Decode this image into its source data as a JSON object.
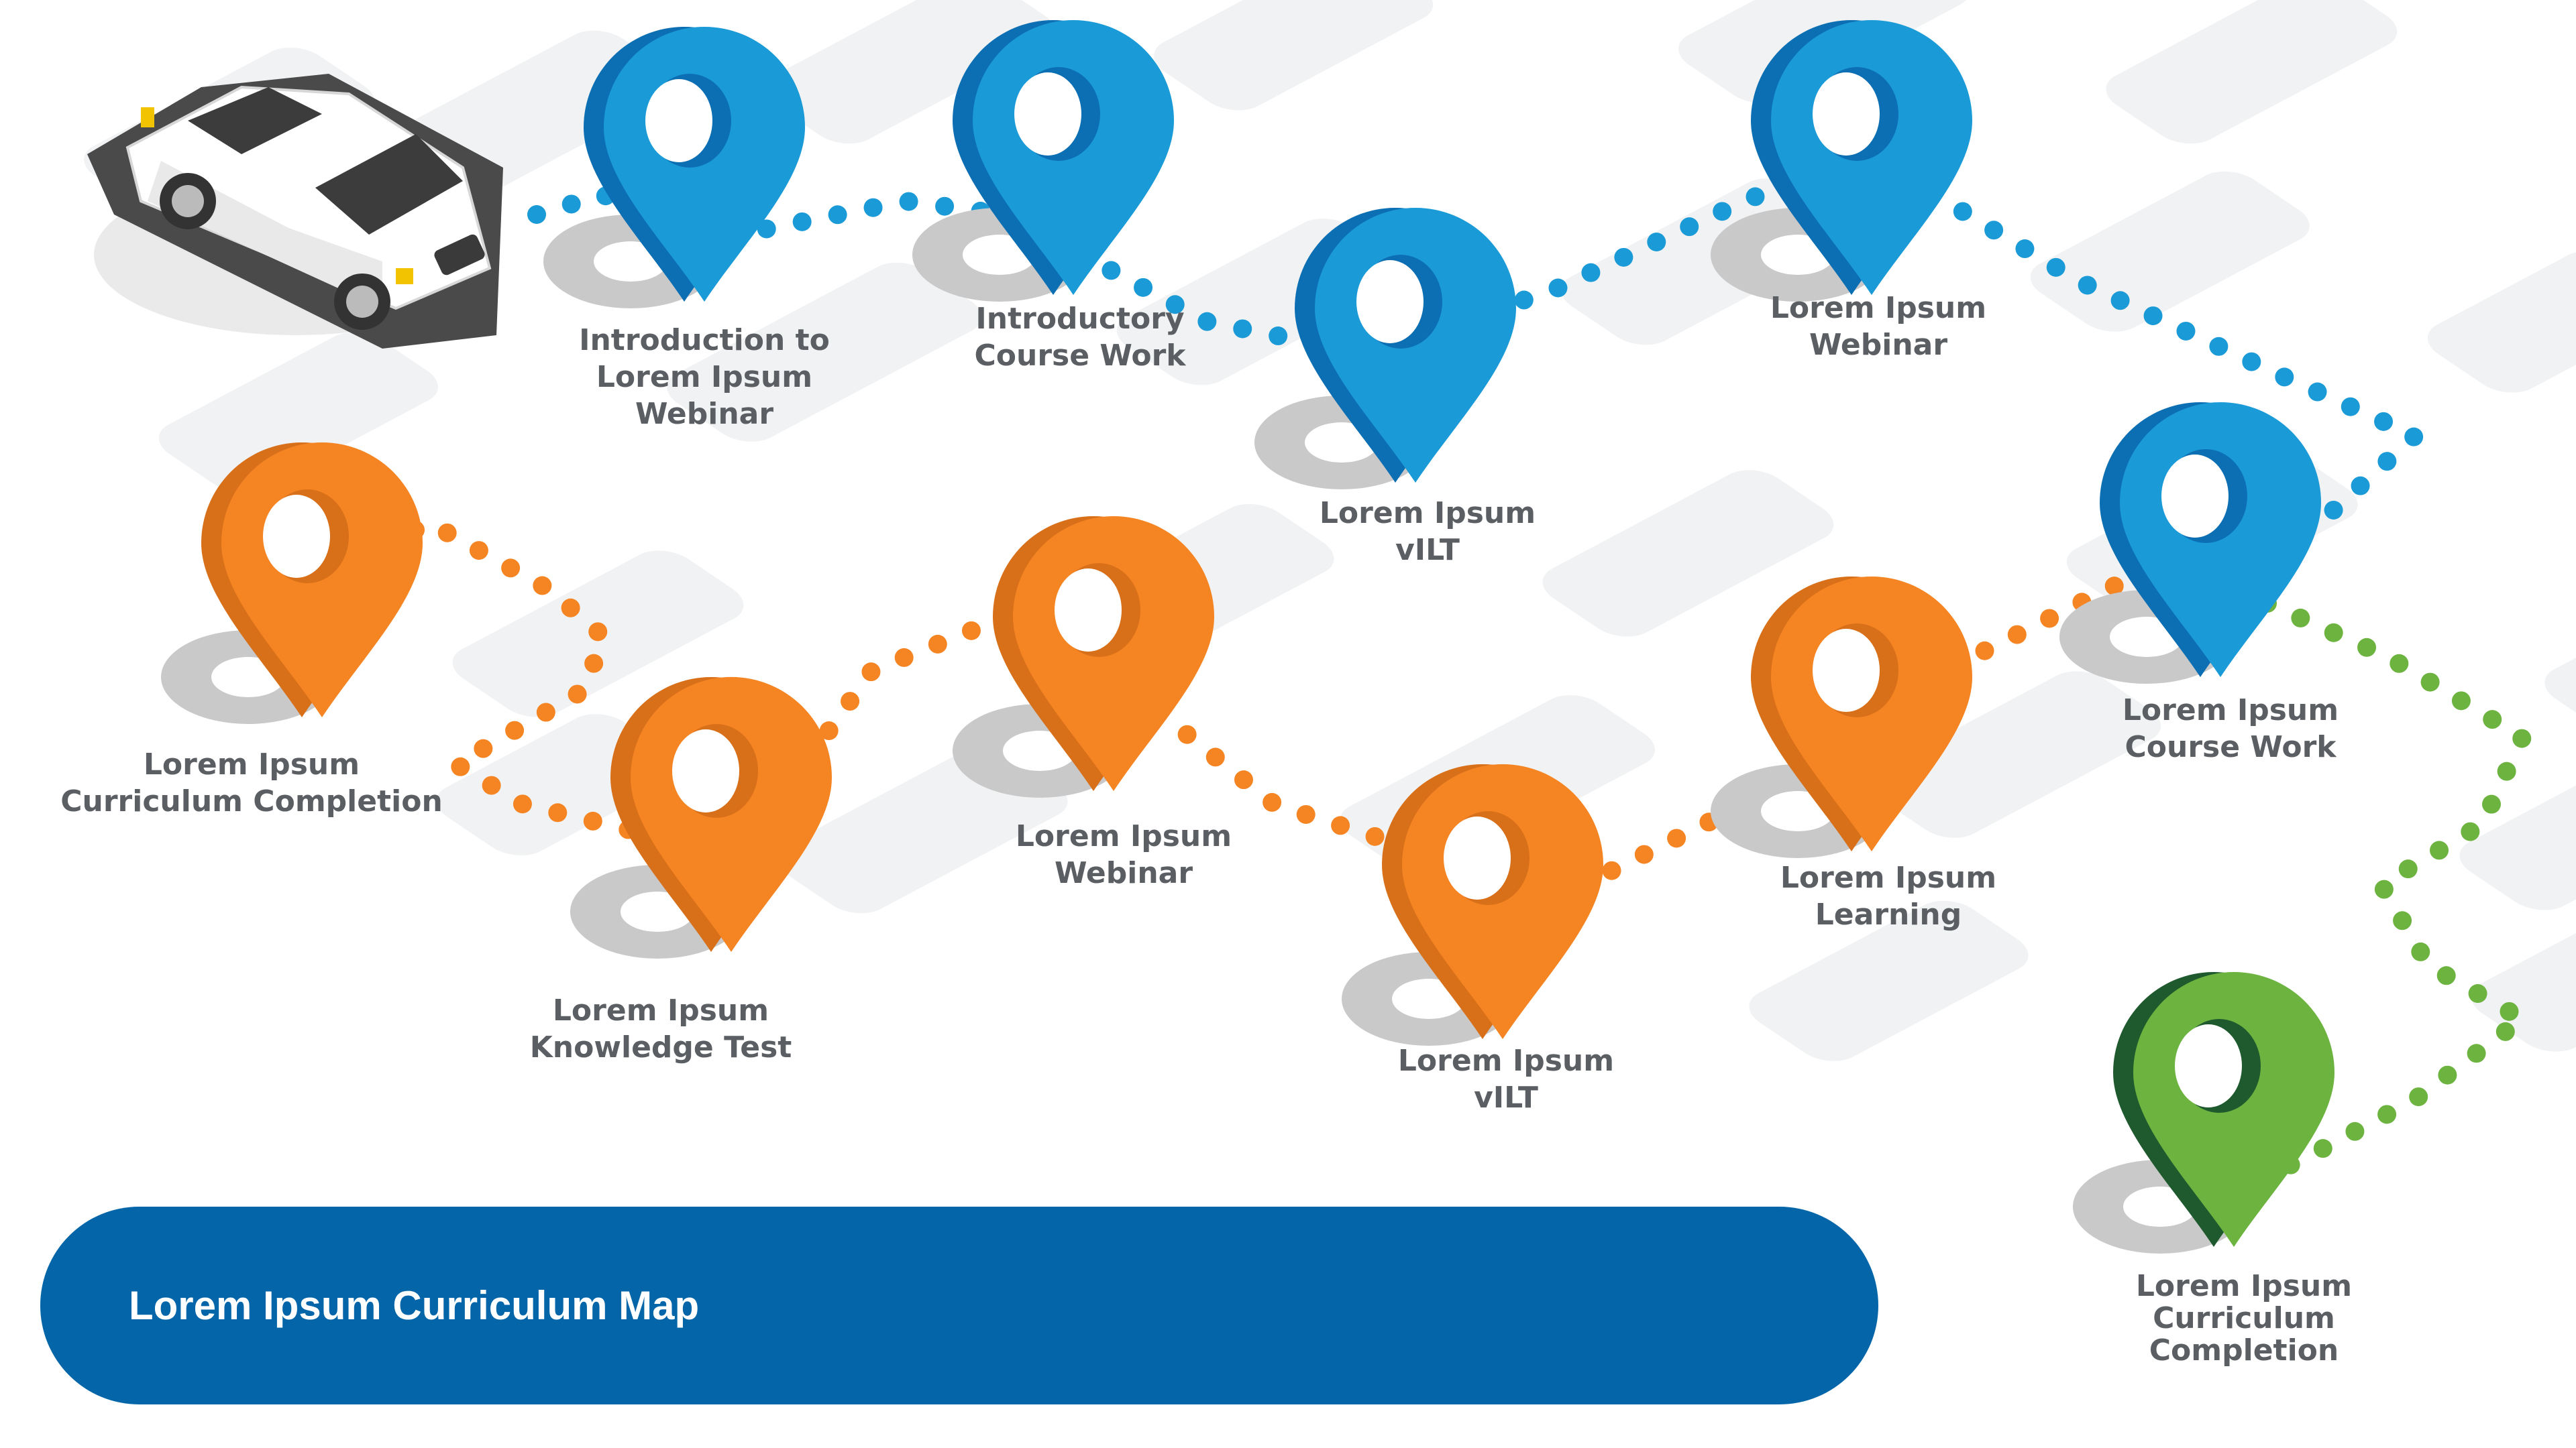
{
  "title": "Lorem Ipsum Curriculum Map",
  "colors": {
    "blue": "#1a9ad6",
    "blue_dark": "#0d6fb3",
    "orange": "#f58423",
    "orange_dark": "#d86f19",
    "green": "#6db33f",
    "green_dark": "#1e5a2e",
    "banner": "#0466a9",
    "shadow": "#c9c9c9",
    "label": "#5b5f63",
    "background_shapes": "#f1f2f3"
  },
  "stops": [
    {
      "track": "blue",
      "lines": [
        "Introduction to",
        "Lorem Ipsum",
        "Webinar"
      ]
    },
    {
      "track": "blue",
      "lines": [
        "Introductory",
        "Course Work"
      ]
    },
    {
      "track": "blue",
      "lines": [
        "Lorem Ipsum",
        "vILT"
      ]
    },
    {
      "track": "blue",
      "lines": [
        "Lorem Ipsum",
        "Webinar"
      ]
    },
    {
      "track": "blue",
      "lines": [
        "Lorem Ipsum",
        "Course Work"
      ]
    },
    {
      "track": "orange",
      "lines": [
        "Lorem Ipsum",
        "Learning"
      ]
    },
    {
      "track": "orange",
      "lines": [
        "Lorem Ipsum",
        "vILT"
      ]
    },
    {
      "track": "orange",
      "lines": [
        "Lorem Ipsum",
        "Webinar"
      ]
    },
    {
      "track": "orange",
      "lines": [
        "Lorem Ipsum",
        "Knowledge Test"
      ]
    },
    {
      "track": "orange",
      "lines": [
        "Lorem Ipsum",
        "Curriculum Completion"
      ]
    },
    {
      "track": "green",
      "lines": [
        "Lorem Ipsum",
        "Curriculum",
        "Completion"
      ]
    }
  ],
  "icons": {
    "vehicle": "car-icon",
    "stop": "map-pin-icon"
  }
}
